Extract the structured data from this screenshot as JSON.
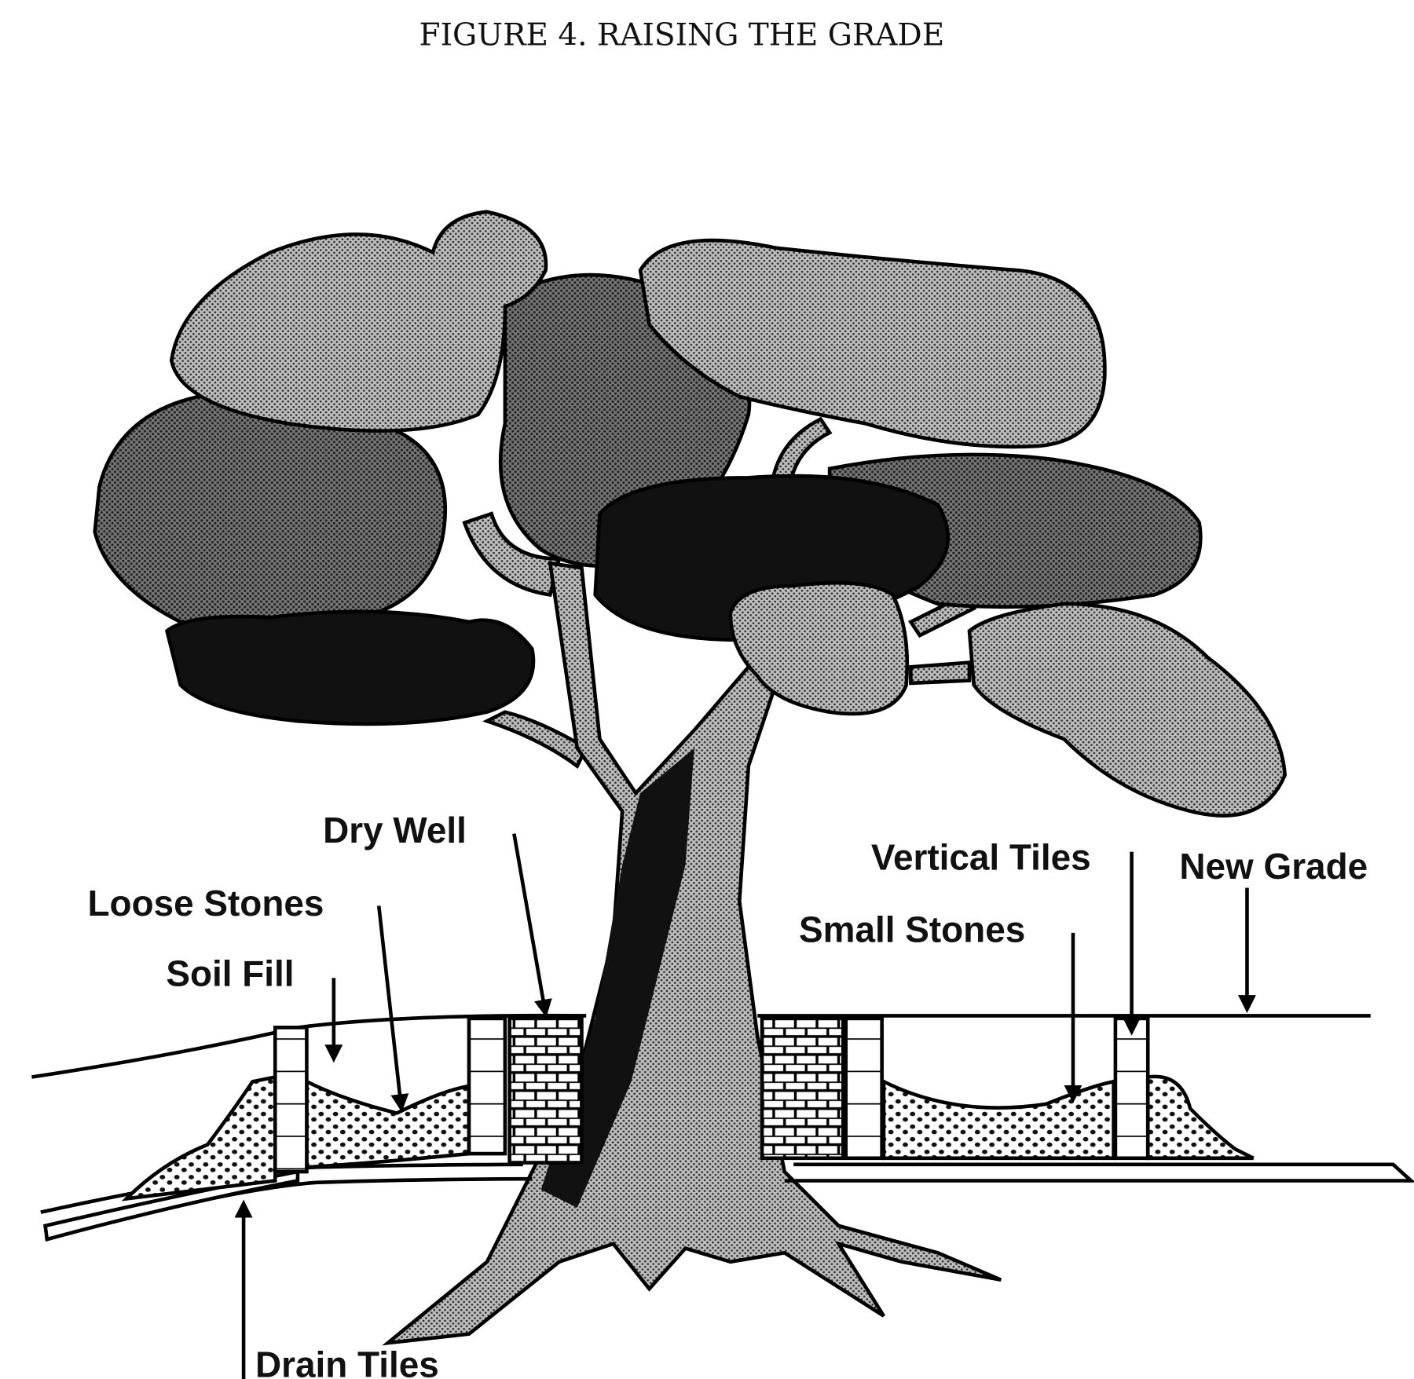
{
  "figure": {
    "title": "FIGURE 4. RAISING THE GRADE",
    "labels": {
      "dry_well": "Dry Well",
      "loose_stones": "Loose Stones",
      "soil_fill": "Soil Fill",
      "vertical_tiles": "Vertical Tiles",
      "new_grade": "New Grade",
      "small_stones": "Small Stones",
      "drain_tiles": "Drain Tiles"
    }
  }
}
